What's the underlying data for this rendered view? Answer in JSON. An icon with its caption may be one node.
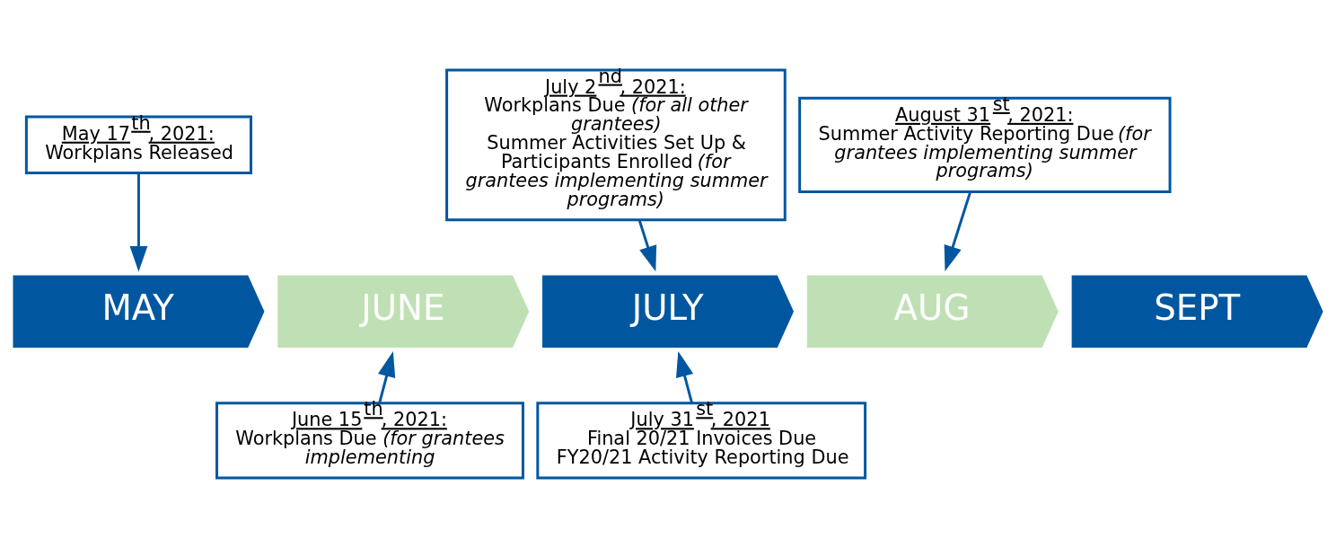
{
  "diagram": {
    "nodes": [
      {
        "text": [
          "May 17$^{th}$, 2021:",
          "Workplans Released"
        ]
      },
      {
        "text": [
          "July 2$^{nd}$, 2021:",
          "Workplans Due *(for all other grantees)*",
          "Summer Activities Set Up & Participants Enrolled *(for grantees implementing summer programs)*"
        ]
      },
      {
        "text": [
          "August 31$^{st}$, 2021:",
          "Summer Activity Reporting Due *(for grantees implementing summer programs)*"
        ]
      },
      {
        "text": [
          "MAY"
        ]
      },
      {
        "text": [
          "JUNE"
        ]
      },
      {
        "text": [
          "JULY"
        ]
      },
      {
        "text": [
          "AUG"
        ]
      },
      {
        "text": [
          "SEPT"
        ]
      },
      {
        "text": [
          "June 15$^{th}$, 2021:",
          "Workplans Due *(for grantees implementing*"
        ]
      },
      {
        "text": [
          "July 31$^{st}$, 2021",
          "Final 20/21 Invoices Due",
          "FY20/21 Activity Reporting Due"
        ]
      }
    ],
    "edges": [
      {
        "from": 0,
        "to": 3,
        "arrow": "to"
      },
      {
        "from": 1,
        "to": 5,
        "arrow": "to"
      },
      {
        "from": 2,
        "to": 6,
        "arrow": "to"
      },
      {
        "from": 8,
        "to": 4,
        "arrow": "to"
      },
      {
        "from": 9,
        "to": 5,
        "arrow": "to"
      }
    ]
  }
}
